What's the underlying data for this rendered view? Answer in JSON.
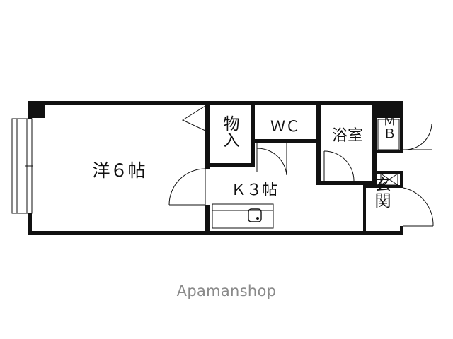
{
  "floorplan": {
    "rooms": {
      "western_room": "洋６帖",
      "storage": "物入",
      "toilet": "ＷＣ",
      "bathroom": "浴室",
      "meter_box": "ＭＢ",
      "kitchen": "Ｋ３帖",
      "entrance": "玄関"
    }
  },
  "watermark": "Apamanshop"
}
